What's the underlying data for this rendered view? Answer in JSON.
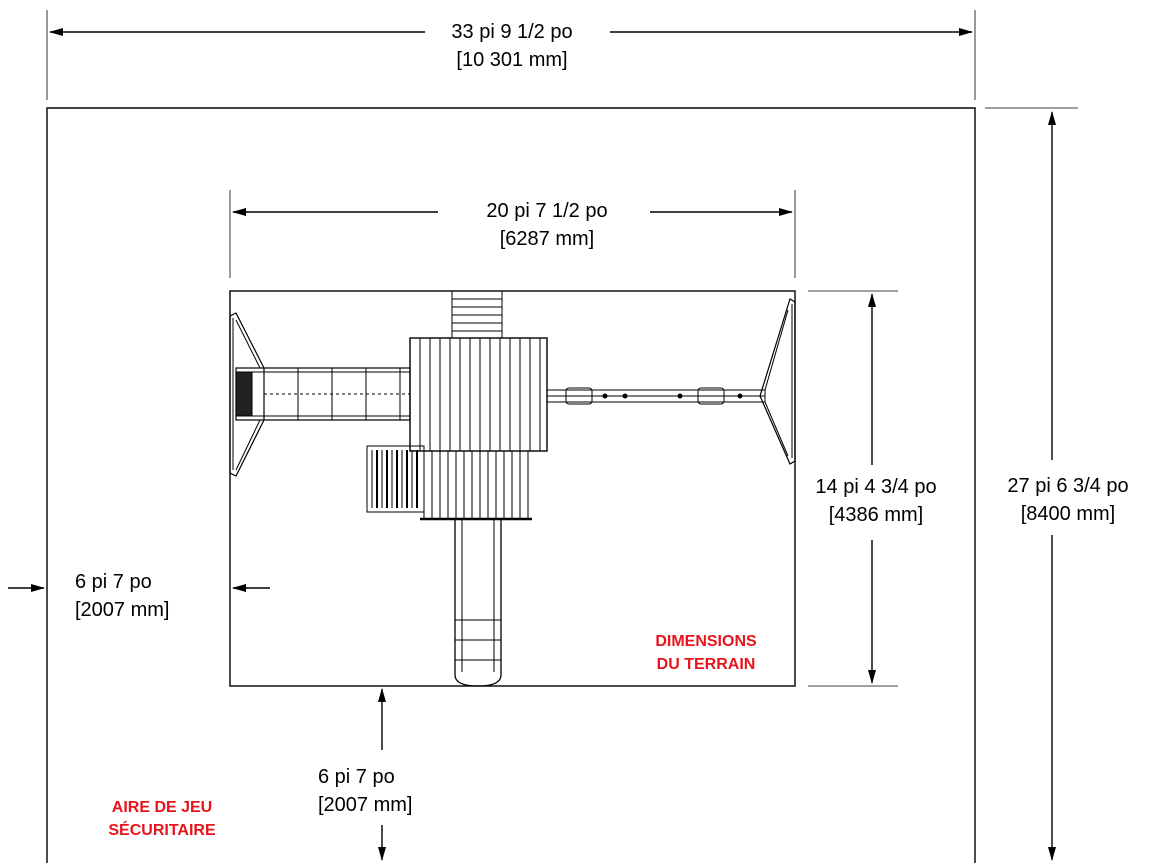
{
  "dimensions": {
    "overall_width": {
      "imperial": "33 pi 9 1/2 po",
      "metric": "[10 301 mm]"
    },
    "overall_depth": {
      "imperial": "27 pi 6 3/4 po",
      "metric": "[8400 mm]"
    },
    "play_width": {
      "imperial": "20 pi 7 1/2 po",
      "metric": "[6287 mm]"
    },
    "play_depth": {
      "imperial": "14 pi 4 3/4 po",
      "metric": "[4386 mm]"
    },
    "side_clearance": {
      "imperial": "6 pi 7 po",
      "metric": "[2007 mm]"
    },
    "front_clearance": {
      "imperial": "6 pi 7 po",
      "metric": "[2007 mm]"
    }
  },
  "labels": {
    "terrain_line1": "DIMENSIONS",
    "terrain_line2": "DU TERRAIN",
    "safety_line1": "AIRE DE JEU",
    "safety_line2": "SÉCURITAIRE"
  },
  "colors": {
    "label_red": "#e8141c",
    "line": "#000000"
  }
}
